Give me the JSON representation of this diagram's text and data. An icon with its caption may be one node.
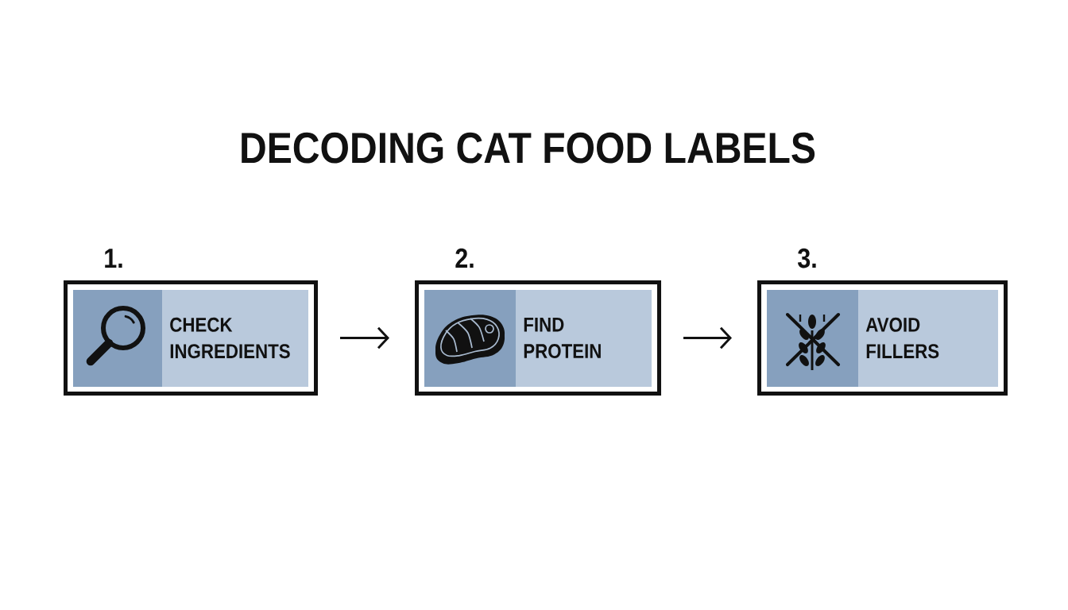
{
  "diagram": {
    "title": "DECODING CAT FOOD LABELS",
    "nodes": [
      {
        "text": [
          "1.",
          "CHECK INGREDIENTS"
        ]
      },
      {
        "text": [
          "2.",
          "FIND PROTEIN"
        ]
      },
      {
        "text": [
          "3.",
          "AVOID FILLERS"
        ]
      }
    ],
    "edges": [
      {
        "from": 0,
        "to": 1,
        "arrow": "to"
      },
      {
        "from": 1,
        "to": 2,
        "arrow": "to"
      }
    ]
  }
}
